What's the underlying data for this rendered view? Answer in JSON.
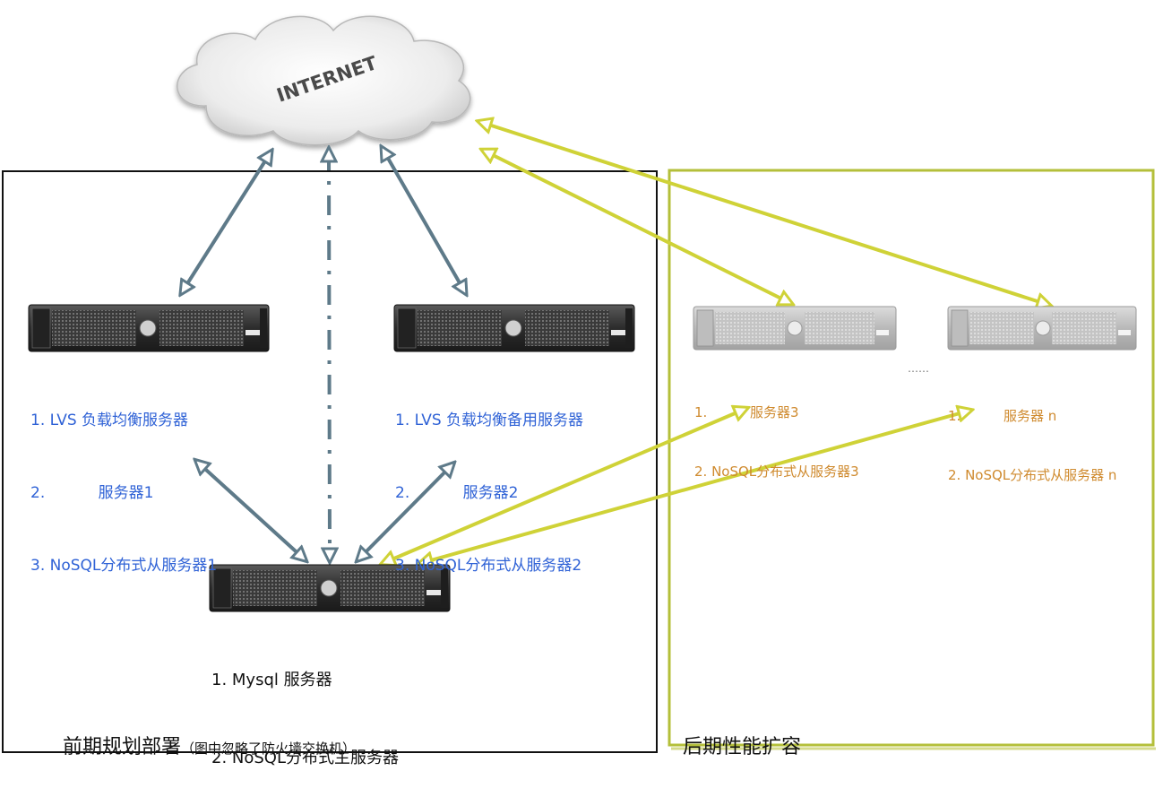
{
  "internet": {
    "label": "INTERNET"
  },
  "left_panel": {
    "title": "前期规划部署",
    "note": "（图中忽略了防火墙交换机）"
  },
  "right_panel": {
    "title": "后期性能扩容"
  },
  "servers": {
    "lvs_master": {
      "line1": "1. LVS 负载均衡服务器",
      "line2": "2.           服务器1",
      "line3": "3. NoSQL分布式从服务器1"
    },
    "lvs_backup": {
      "line1": "1. LVS 负载均衡备用服务器",
      "line2": "2.           服务器2",
      "line3": "3. NoSQL分布式从服务器2"
    },
    "mysql": {
      "line1": "1. Mysql 服务器",
      "line2": "2. NoSQL分布式主服务器"
    },
    "server3": {
      "line1": "1.          服务器3",
      "line2": "2. NoSQL分布式从服务器3"
    },
    "server_n": {
      "line1": "1.          服务器 n",
      "line2": "2. NoSQL分布式从服务器 n"
    },
    "ellipsis": "……"
  },
  "colors": {
    "arrow_dark": "#5e7a89",
    "arrow_yellow": "#cfd237",
    "left_border": "#111111",
    "right_border": "#b4bf3a",
    "label_blue": "#2f62d6",
    "label_orange": "#cf8a2e"
  }
}
